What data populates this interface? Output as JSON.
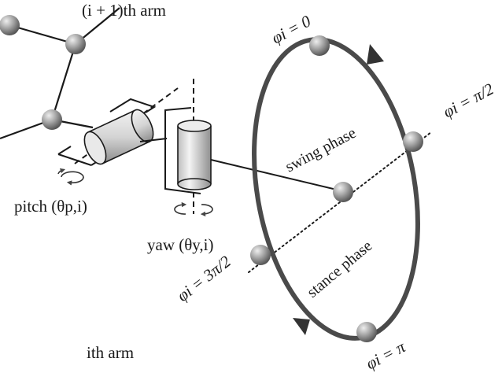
{
  "labels": {
    "next_arm": "(i + 1)th arm",
    "this_arm": "ith arm",
    "pitch": "pitch (θp,i)",
    "yaw": "yaw (θy,i)",
    "swing": "swing phase",
    "stance": "stance phase",
    "phi_0": "φi = 0",
    "phi_pi2": "φi = π/2",
    "phi_pi": "φi = π",
    "phi_3pi2": "φi = 3π/2"
  },
  "colors": {
    "ink": "#1a1a1a",
    "ellipse": "#4a4a4a",
    "sphere_light": "#c9c9c9",
    "sphere_dark": "#555555",
    "cylinder_light": "#f2f2f2",
    "cylinder_dark": "#9a9a9a"
  }
}
